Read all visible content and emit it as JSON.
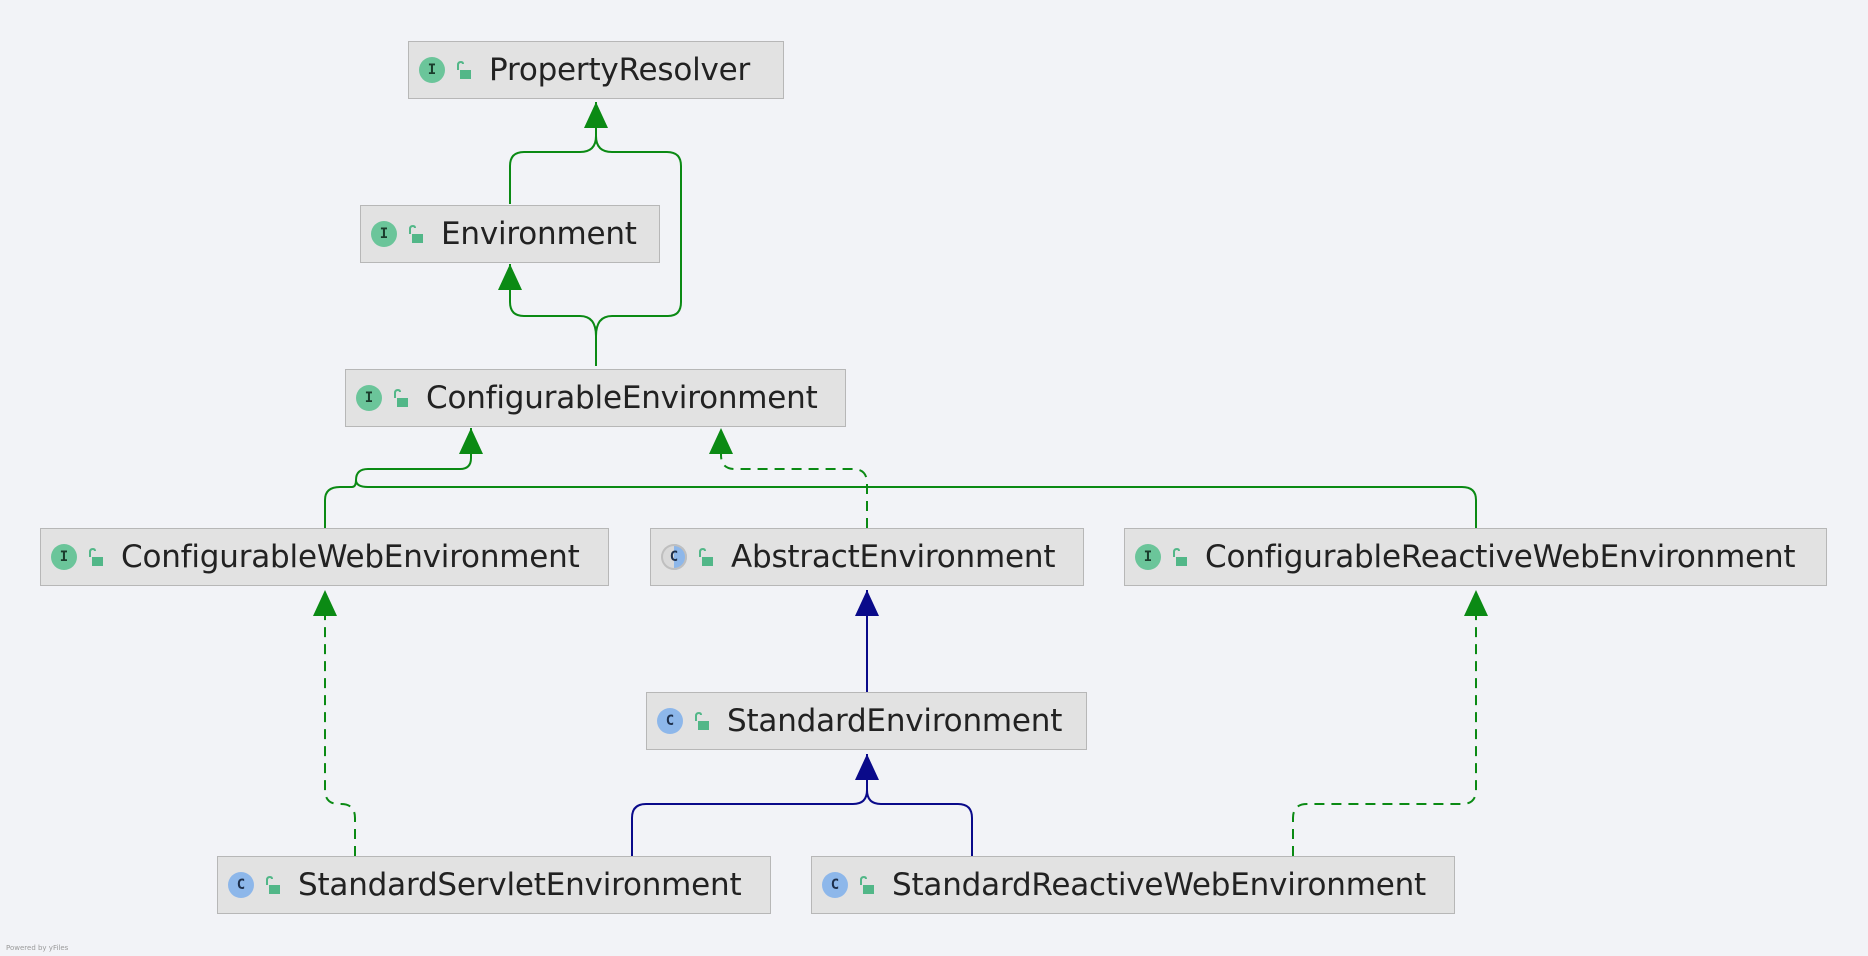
{
  "nodes": [
    {
      "id": "property-resolver",
      "kind": "I",
      "label": "PropertyResolver"
    },
    {
      "id": "environment",
      "kind": "I",
      "label": "Environment"
    },
    {
      "id": "configurable-environment",
      "kind": "I",
      "label": "ConfigurableEnvironment"
    },
    {
      "id": "configurable-web-environment",
      "kind": "I",
      "label": "ConfigurableWebEnvironment"
    },
    {
      "id": "abstract-environment",
      "kind": "C",
      "label": "AbstractEnvironment"
    },
    {
      "id": "configurable-reactive-web-environment",
      "kind": "I",
      "label": "ConfigurableReactiveWebEnvironment"
    },
    {
      "id": "standard-environment",
      "kind": "C",
      "label": "StandardEnvironment"
    },
    {
      "id": "standard-servlet-environment",
      "kind": "C",
      "label": "StandardServletEnvironment"
    },
    {
      "id": "standard-reactive-web-environment",
      "kind": "C",
      "label": "StandardReactiveWebEnvironment"
    }
  ],
  "edges": [
    {
      "from": "environment",
      "to": "property-resolver",
      "type": "extends"
    },
    {
      "from": "configurable-environment",
      "to": "property-resolver",
      "type": "extends"
    },
    {
      "from": "configurable-environment",
      "to": "environment",
      "type": "extends"
    },
    {
      "from": "configurable-web-environment",
      "to": "configurable-environment",
      "type": "extends"
    },
    {
      "from": "configurable-reactive-web-environment",
      "to": "configurable-environment",
      "type": "extends"
    },
    {
      "from": "abstract-environment",
      "to": "configurable-environment",
      "type": "implements"
    },
    {
      "from": "standard-environment",
      "to": "abstract-environment",
      "type": "class-extends"
    },
    {
      "from": "standard-servlet-environment",
      "to": "standard-environment",
      "type": "class-extends"
    },
    {
      "from": "standard-reactive-web-environment",
      "to": "standard-environment",
      "type": "class-extends"
    },
    {
      "from": "standard-servlet-environment",
      "to": "configurable-web-environment",
      "type": "implements"
    },
    {
      "from": "standard-reactive-web-environment",
      "to": "configurable-reactive-web-environment",
      "type": "implements"
    }
  ],
  "colors": {
    "interface_edge": "#0b8a14",
    "class_edge": "#0a0a8a",
    "interface_badge": "#6bc59a",
    "class_badge": "#8db7ea",
    "lock": "#52b788"
  },
  "footer": {
    "credit": "Powered by yFiles"
  }
}
